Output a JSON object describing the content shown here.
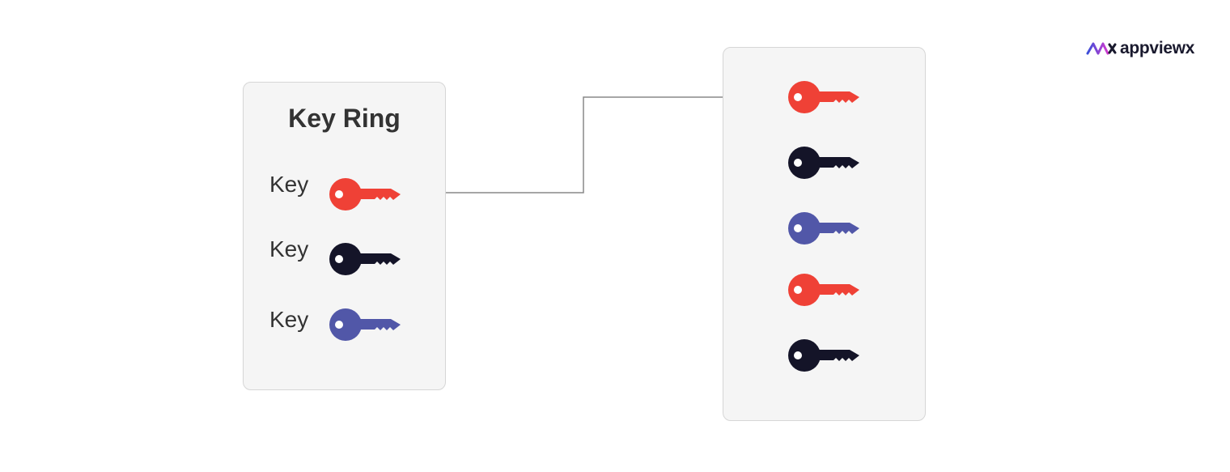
{
  "brand": {
    "name": "appviewx",
    "icon": "appviewx-logo-icon",
    "gradient": [
      "#3b4fd8",
      "#d23ad0"
    ]
  },
  "key_ring": {
    "title": "Key Ring",
    "keys": [
      {
        "label": "Key",
        "color": "#ef4136"
      },
      {
        "label": "Key",
        "color": "#141428"
      },
      {
        "label": "Key",
        "color": "#5157a8"
      }
    ]
  },
  "key_store": {
    "keys": [
      {
        "color": "#ef4136"
      },
      {
        "color": "#141428"
      },
      {
        "color": "#5157a8"
      },
      {
        "color": "#ef4136"
      },
      {
        "color": "#141428"
      }
    ]
  },
  "connector": {
    "color": "#888888",
    "icon": "arrow-head-icon"
  }
}
